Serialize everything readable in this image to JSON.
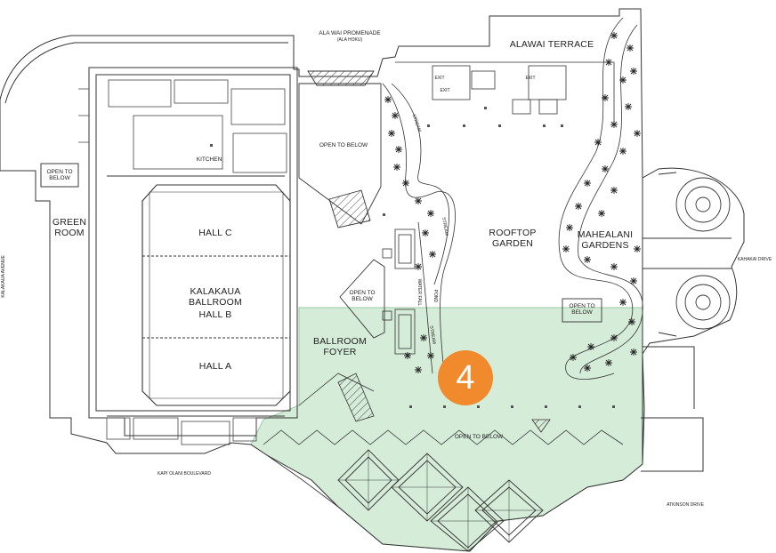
{
  "map": {
    "rooms": {
      "green_room": "GREEN\nROOM",
      "kitchen": "KITCHEN",
      "hall_c": "HALL C",
      "kalakaua_ballroom": "KALAKAUA\nBALLROOM",
      "hall_b": "HALL B",
      "hall_a": "HALL A",
      "ballroom_foyer": "BALLROOM\nFOYER",
      "rooftop_garden": "ROOFTOP\nGARDEN",
      "alawai_terrace": "ALAWAI TERRACE",
      "mahealani_gardens": "MAHEALANI\nGARDENS"
    },
    "open_to_below": {
      "left": "OPEN TO\nBELOW",
      "upper": "OPEN TO BELOW",
      "middle": "OPEN TO\nBELOW",
      "right": "OPEN TO\nBELOW",
      "bottom": "OPEN TO BELOW"
    },
    "streets": {
      "ala_wai_promenade": "ALA WAI PROMENADE",
      "ala_hoku": "(ALA HOKU)",
      "kalakaua_avenue": "KALAKAUA AVENUE",
      "kapiolani_boulevard": "KAPI`OLANI BOULEVARD",
      "kahakai_drive": "KAHAKAI DRIVE",
      "atkinson_drive": "ATKINSON DRIVE"
    },
    "features": {
      "stream_1": "STREAM",
      "stream_2": "STREAM",
      "stream_3": "STREAM",
      "pond": "POND",
      "waterfall": "WATER FALL",
      "exit_1": "EXIT",
      "exit_2": "EXIT",
      "exit_3": "EXIT"
    },
    "highlight": {
      "area_number": "4",
      "badge_color": "#f08a2c",
      "zone_color": "#d5ecd8"
    }
  }
}
